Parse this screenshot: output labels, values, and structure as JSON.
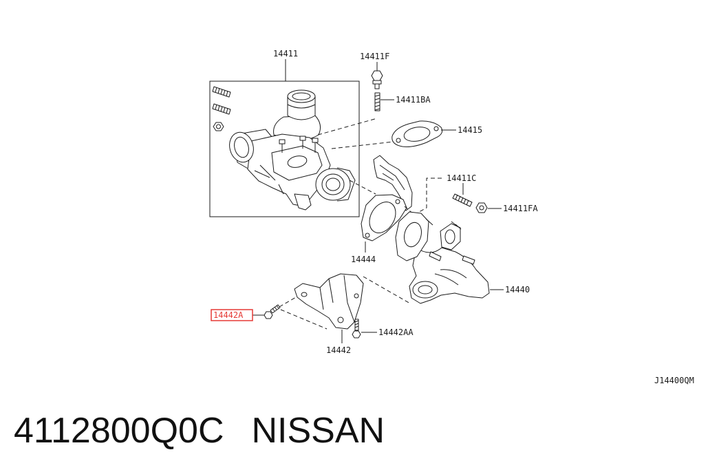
{
  "diagram": {
    "callouts": {
      "turbocharger": "14411",
      "nut_top": "14411F",
      "stud_top": "14411BA",
      "gasket_top": "14415",
      "stud_right": "14411C",
      "nut_right": "14411FA",
      "gasket_mid": "14444",
      "manifold": "14440",
      "bolt_left": "14442A",
      "bolt_bottom": "14442AA",
      "bracket": "14442"
    },
    "diagram_code": "J14400QM"
  },
  "footer": {
    "part_number": "4112800Q0C",
    "brand": "NISSAN"
  },
  "colors": {
    "line": "#1a1a1a",
    "highlight": "#e53935",
    "background": "#ffffff"
  }
}
